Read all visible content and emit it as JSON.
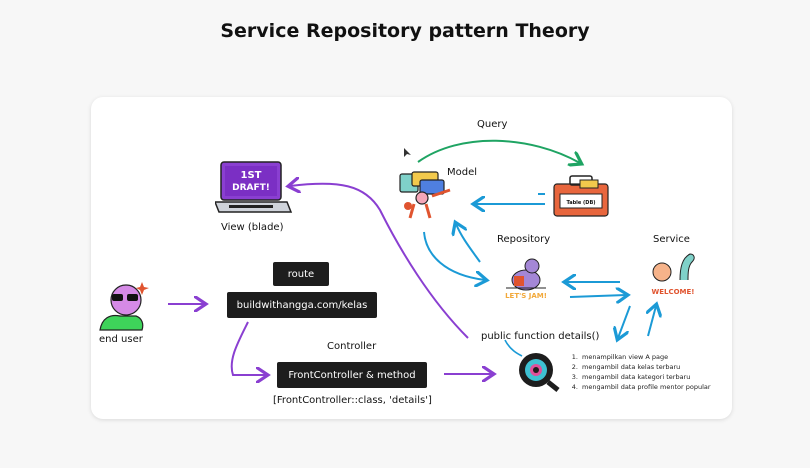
{
  "title": "Service Repository pattern Theory",
  "labels": {
    "query": "Query",
    "model": "Model",
    "view": "View (blade)",
    "repository": "Repository",
    "service": "Service",
    "end_user": "end user",
    "controller": "Controller",
    "public_function": "public function details()",
    "controller_class": "[FrontController::class, 'details']",
    "table": "Table (DB)",
    "draft_line1": "1ST",
    "draft_line2": "DRAFT!",
    "lets_jam": "LET'S JAM!",
    "welcome": "WELCOME!"
  },
  "boxes": {
    "route": "route",
    "url": "buildwithangga.com/kelas",
    "controller_method": "FrontController & method"
  },
  "steps": [
    "menampilkan view A page",
    "mengambil data kelas terbaru",
    "mengambil data kategori terbaru",
    "mengambil data profile mentor popular"
  ],
  "colors": {
    "purple_arrow": "#8a3fd1",
    "blue_arrow": "#1b9ad6",
    "green_arrow": "#1fa463"
  }
}
